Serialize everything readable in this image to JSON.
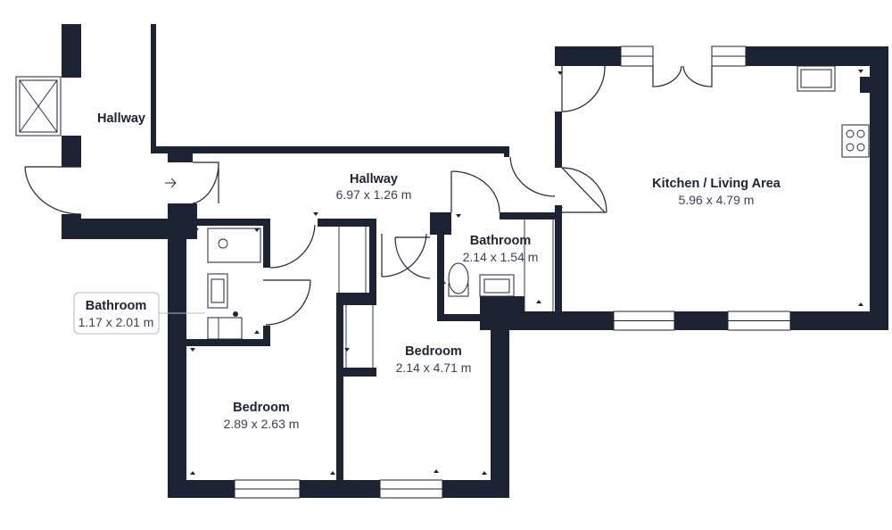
{
  "rooms": [
    {
      "id": "hallway-entry",
      "name": "Hallway",
      "dims": ""
    },
    {
      "id": "hallway-main",
      "name": "Hallway",
      "dims": "6.97 x 1.26 m"
    },
    {
      "id": "kitchen-living",
      "name": "Kitchen / Living Area",
      "dims": "5.96 x 4.79 m"
    },
    {
      "id": "bathroom-main",
      "name": "Bathroom",
      "dims": "2.14 x 1.54 m"
    },
    {
      "id": "bathroom-ensuite",
      "name": "Bathroom",
      "dims": "1.17 x 2.01 m"
    },
    {
      "id": "bedroom-2",
      "name": "Bedroom",
      "dims": "2.14 x 4.71 m"
    },
    {
      "id": "bedroom-1",
      "name": "Bedroom",
      "dims": "2.89 x 2.63 m"
    }
  ],
  "colors": {
    "wall": "#1c2333",
    "background": "#ffffff"
  },
  "icons": [
    "entry-arrow-icon",
    "skylight-icon",
    "hob-icon"
  ]
}
